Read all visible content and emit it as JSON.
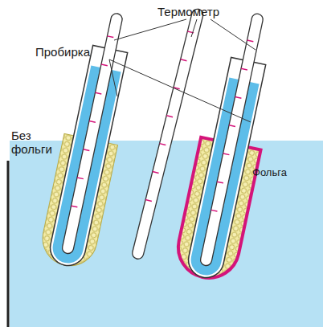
{
  "diagram": {
    "labels": [
      "Термометр",
      "Пробирка",
      "Без фольги",
      "Фольга"
    ]
  }
}
